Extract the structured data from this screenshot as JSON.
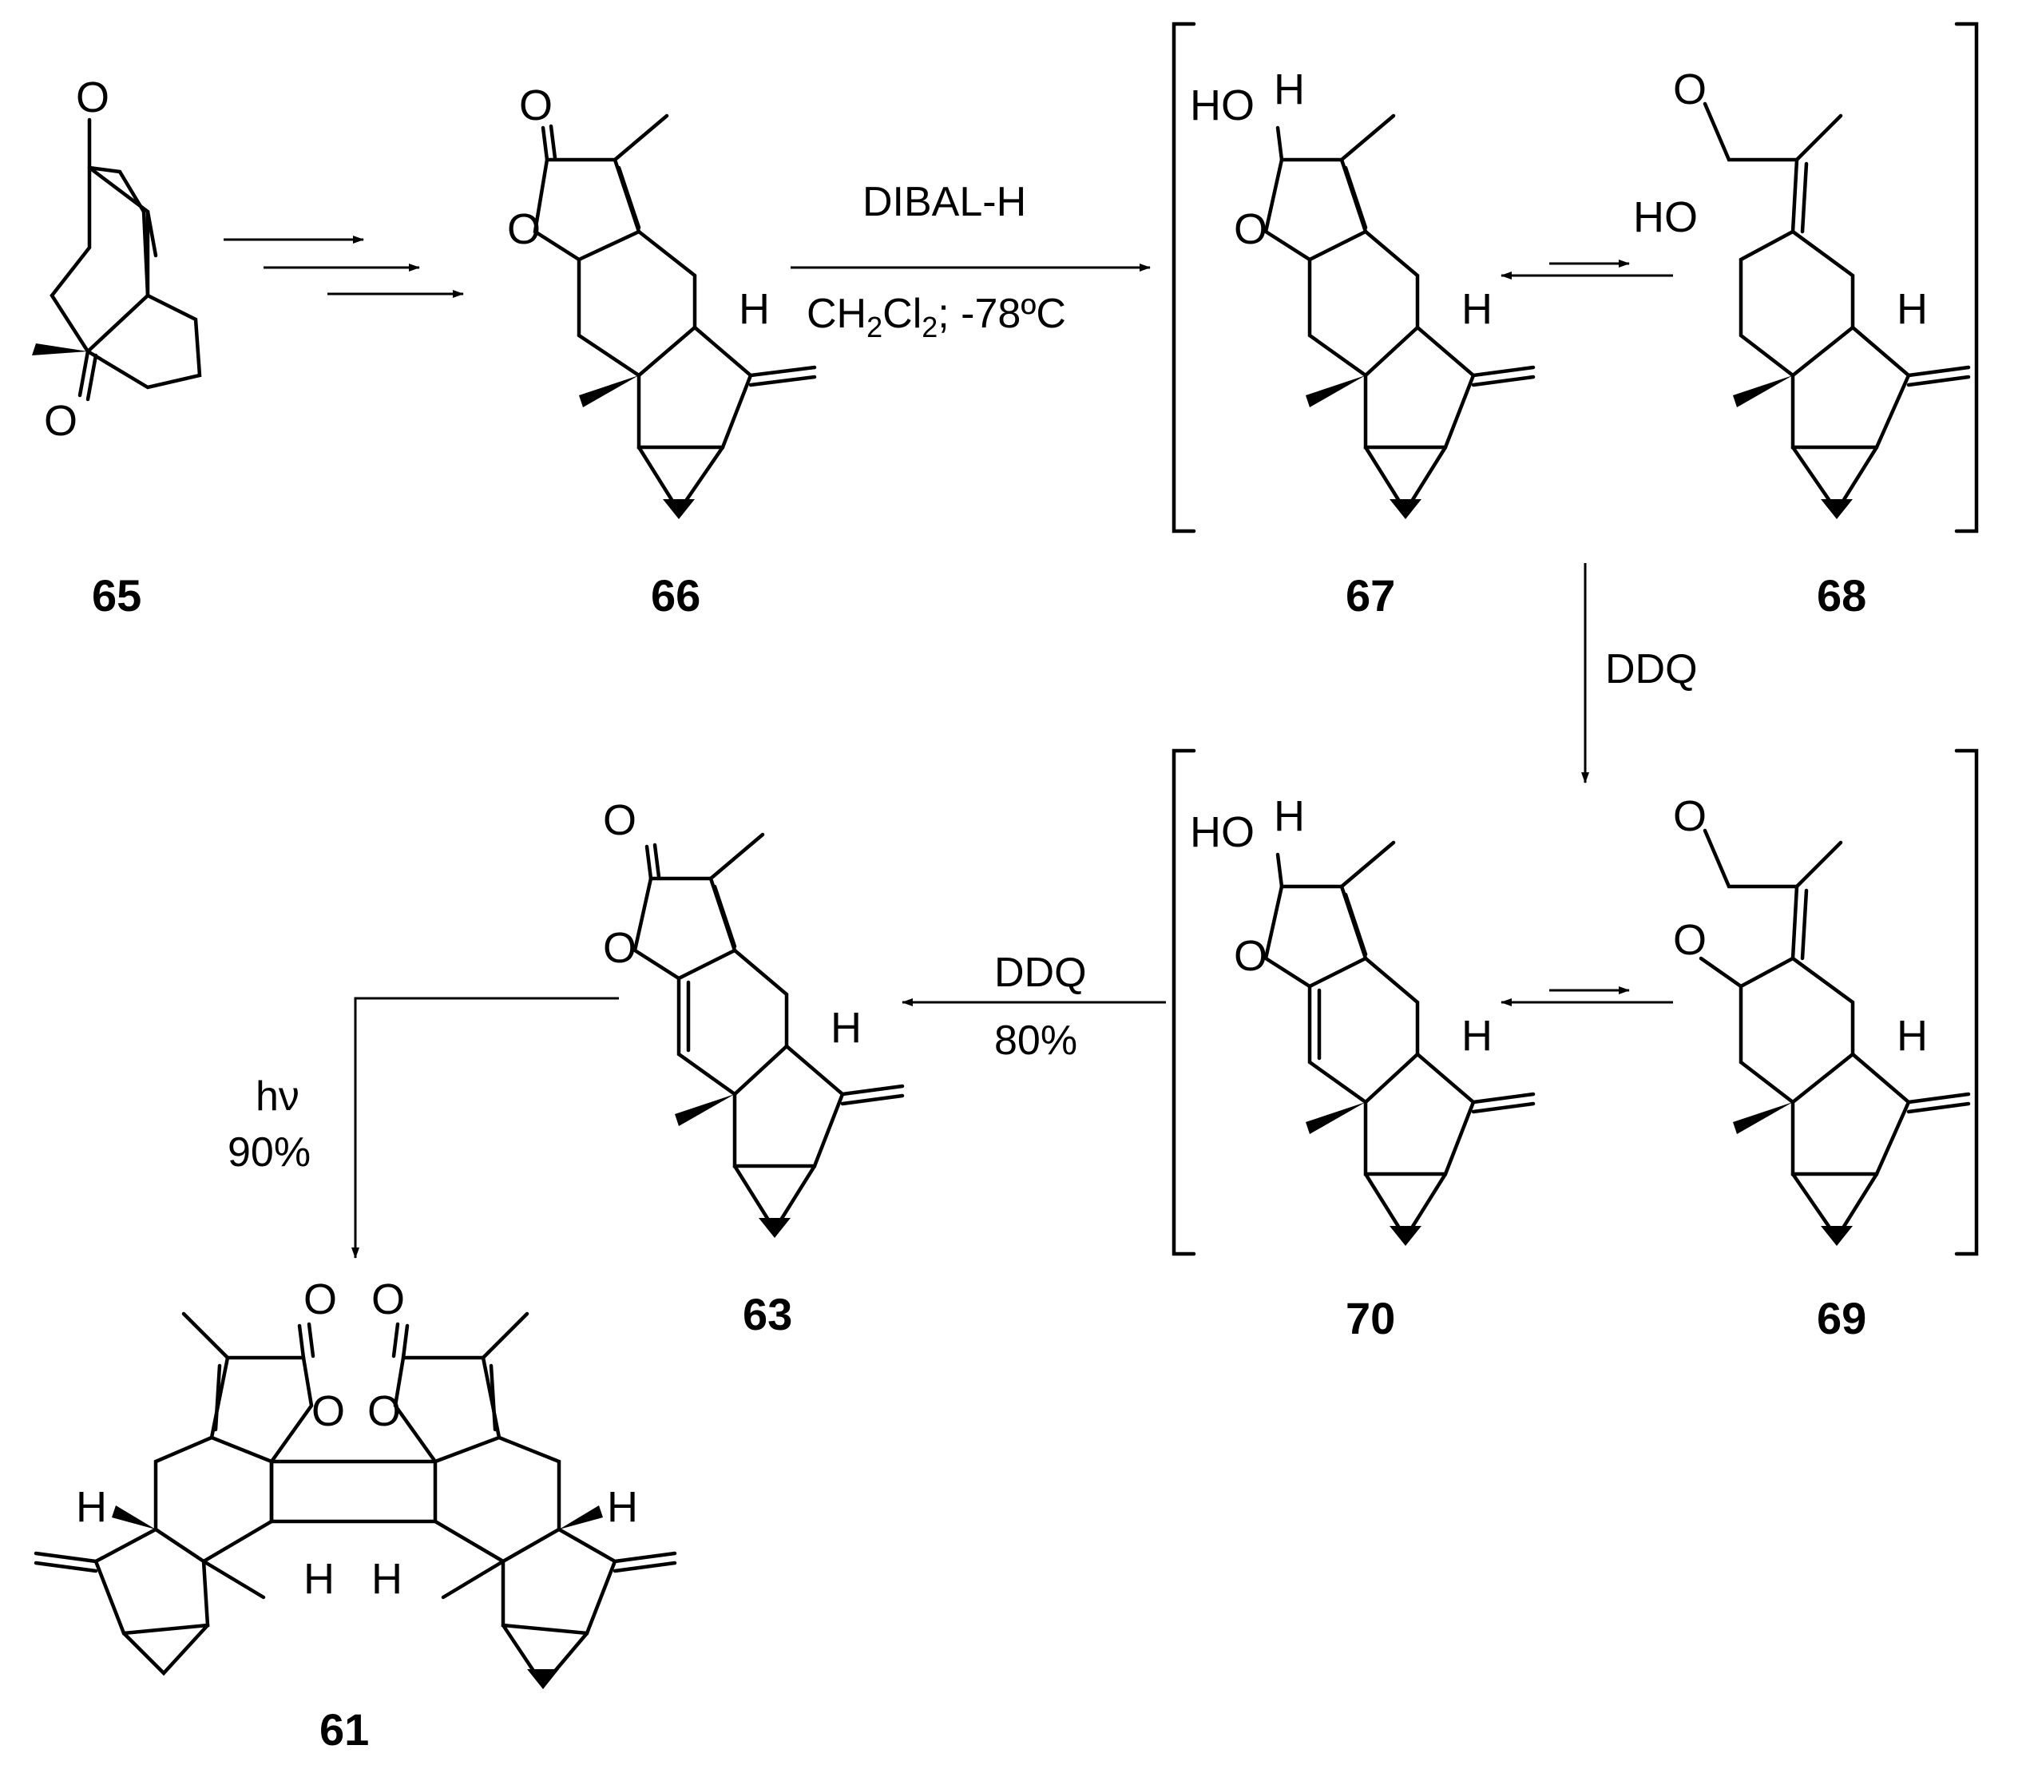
{
  "compounds": [
    {
      "id": "65",
      "label": "65"
    },
    {
      "id": "66",
      "label": "66"
    },
    {
      "id": "67",
      "label": "67"
    },
    {
      "id": "68",
      "label": "68"
    },
    {
      "id": "70",
      "label": "70"
    },
    {
      "id": "69",
      "label": "69"
    },
    {
      "id": "63",
      "label": "63"
    },
    {
      "id": "61",
      "label": "61"
    }
  ],
  "conditions": {
    "step_66_67_reagent": "DIBAL-H",
    "step_66_67_solvent_a": "CH",
    "step_66_67_solvent_sub1": "2",
    "step_66_67_solvent_b": "Cl",
    "step_66_67_solvent_sub2": "2",
    "step_66_67_solvent_c": "; -78ºC",
    "step_67_70_reagent": "DDQ",
    "step_70_63_reagent": "DDQ",
    "step_70_63_yield": "80%",
    "step_63_61_reagent": "hν",
    "step_63_61_yield": "90%"
  },
  "atoms": {
    "O": "O",
    "H": "H",
    "HO": "HO"
  }
}
